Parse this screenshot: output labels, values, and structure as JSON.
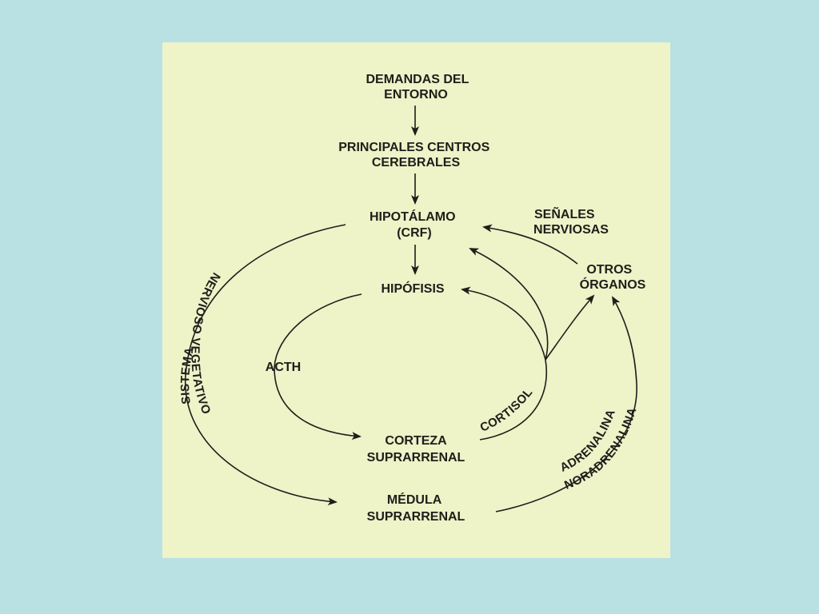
{
  "colors": {
    "background": "#b9e1e4",
    "panel": "#eef3c8",
    "ink": "#1e1e1a"
  },
  "nodes": {
    "demandas": [
      "DEMANDAS DEL",
      "ENTORNO"
    ],
    "centros": [
      "PRINCIPALES CENTROS",
      "CEREBRALES"
    ],
    "hipotalamo": [
      "HIPOTÁLAMO",
      "(CRF)"
    ],
    "senales": [
      "SEÑALES",
      "NERVIOSAS"
    ],
    "otros": [
      "OTROS",
      "ÓRGANOS"
    ],
    "hipofisis": [
      "HIPÓFISIS"
    ],
    "acth": [
      "ACTH"
    ],
    "corteza": [
      "CORTEZA",
      "SUPRARRENAL"
    ],
    "medula": [
      "MÉDULA",
      "SUPRARRENAL"
    ]
  },
  "curve_labels": {
    "sistema": "SISTEMA",
    "nervioso_vegetativo": "NERVIOSO VEGETATIVO",
    "cortisol": "CORTISOL",
    "adrenalina": "ADRENALINA",
    "noradrenalina": "NORADRENALINA"
  }
}
